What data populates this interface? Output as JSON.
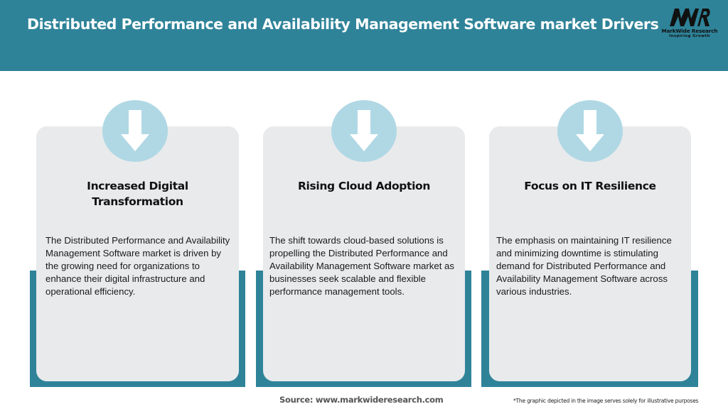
{
  "header": {
    "title": "Distributed Performance and Availability Management Software market Drivers",
    "background_color": "#2f8399"
  },
  "logo": {
    "mark": "MWR",
    "name": "MarkWide Research",
    "tagline": "Inspiring Growth"
  },
  "drivers": [
    {
      "icon": "arrow-down-icon",
      "title": "Increased Digital Transformation",
      "description": "The Distributed Performance and Availability Management Software market is driven by the growing need for organizations to enhance their digital infrastructure and operational efficiency."
    },
    {
      "icon": "arrow-down-icon",
      "title": "Rising Cloud Adoption",
      "description": "The shift towards cloud-based solutions is propelling the Distributed Performance and Availability Management Software market as businesses seek scalable and flexible performance management tools."
    },
    {
      "icon": "arrow-down-icon",
      "title": "Focus on IT Resilience",
      "description": "The emphasis on maintaining IT resilience and minimizing downtime is stimulating demand for Distributed Performance and Availability Management Software across various industries."
    }
  ],
  "colors": {
    "accent_teal": "#2f8399",
    "card_background": "#e8eaec",
    "icon_circle": "#b0d8e4"
  },
  "footer": {
    "source": "Source: www.markwideresearch.com",
    "disclaimer": "*The graphic depicted in the image serves solely for illustrative purposes"
  }
}
